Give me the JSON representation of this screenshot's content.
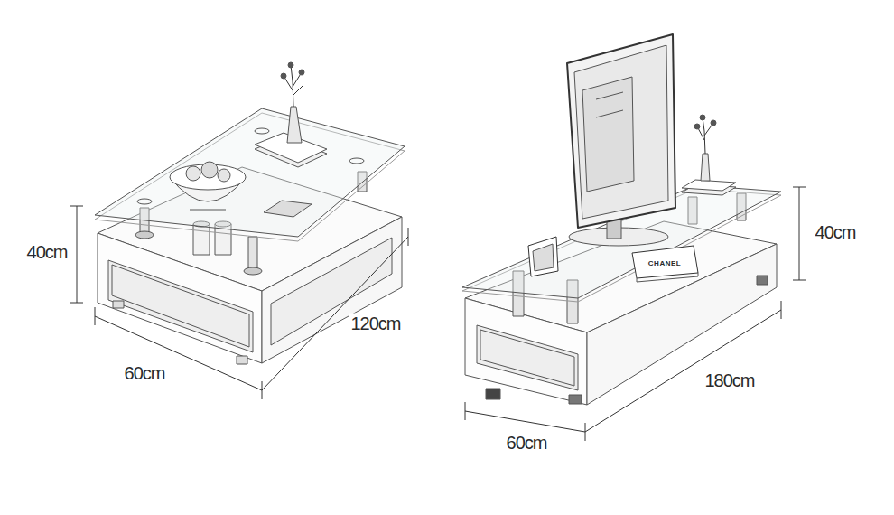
{
  "diagram": {
    "labels": [
      "40cm",
      "120cm",
      "60cm",
      "40cm",
      "180cm",
      "60cm",
      "CHANEL"
    ]
  }
}
